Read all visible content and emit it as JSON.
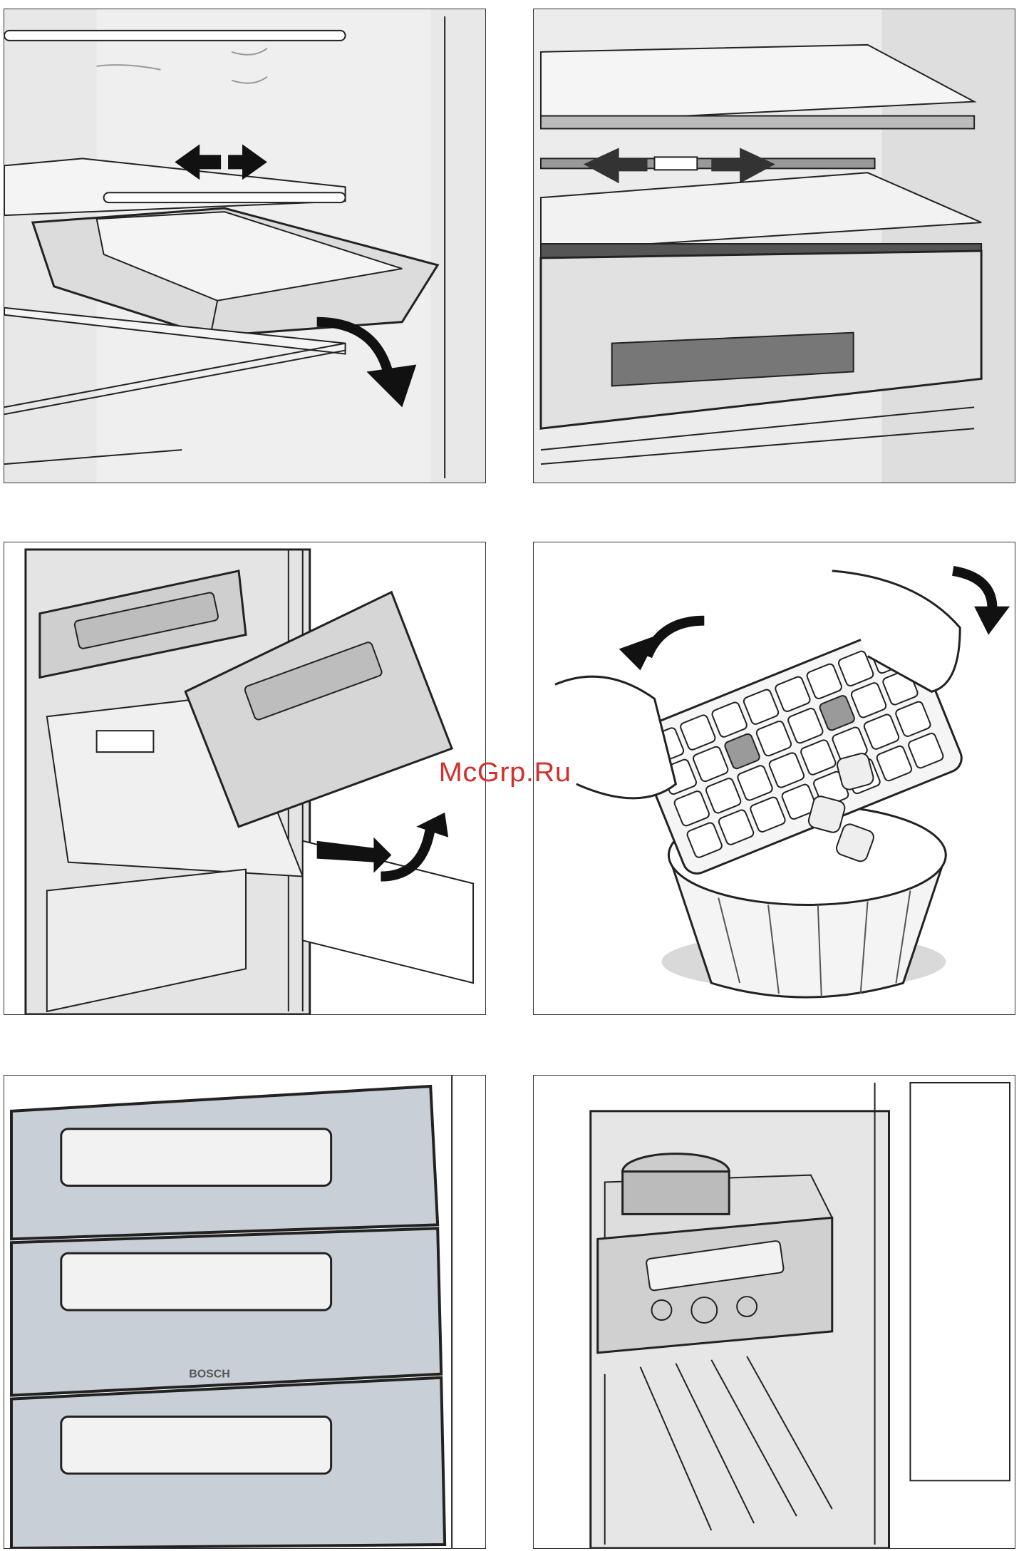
{
  "page": {
    "watermark": "McGrp.Ru"
  },
  "panels": [
    {
      "id": 1,
      "icon": "shelf-drawer-illustration"
    },
    {
      "id": 2,
      "icon": "sliding-drawer-illustration"
    },
    {
      "id": 3,
      "icon": "freezer-drawer-removal-illustration"
    },
    {
      "id": 4,
      "icon": "ice-cube-tray-illustration"
    },
    {
      "id": 5,
      "icon": "freezer-drawers-front-illustration"
    },
    {
      "id": 6,
      "icon": "freezer-compartment-food-illustration"
    }
  ],
  "control_panel": {
    "brand": "BOSCH"
  },
  "colors": {
    "line": "#1a1a1a",
    "panel_bg": "#e6e6e6",
    "drawer_front": "#c8c8c8",
    "watermark": "#d0312d"
  }
}
